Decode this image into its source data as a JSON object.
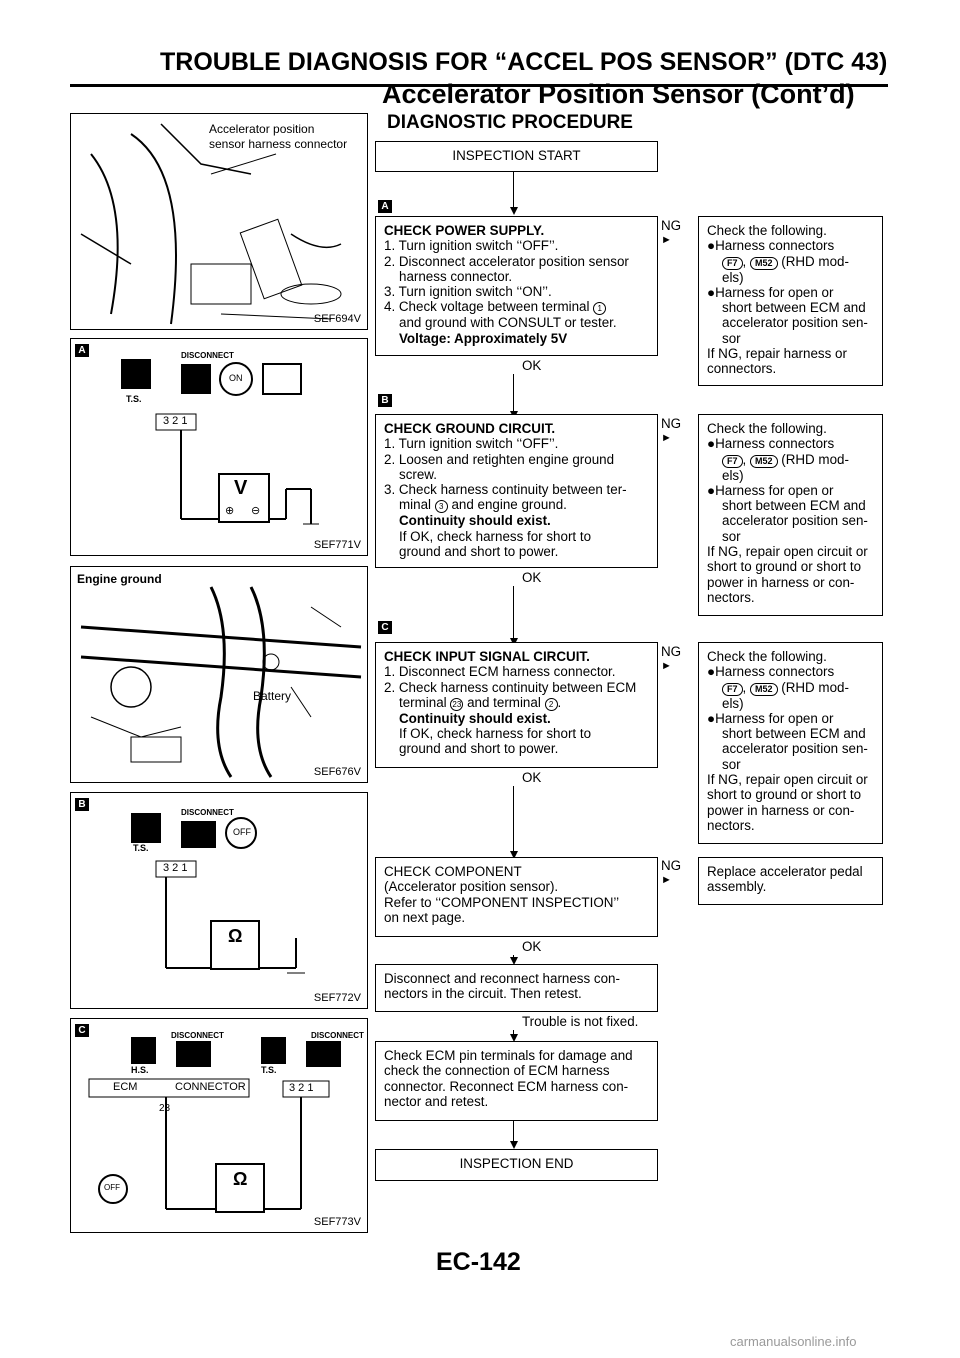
{
  "header": {
    "title": "TROUBLE DIAGNOSIS FOR “ACCEL POS SENSOR” (DTC 43)",
    "subtitle": "Accelerator Position Sensor (Cont’d)"
  },
  "section_title": "DIAGNOSTIC PROCEDURE",
  "figures": {
    "f1": {
      "code": "SEF694V",
      "caption_line1": "Accelerator position",
      "caption_line2": "sensor harness connector"
    },
    "f2": {
      "code": "SEF771V",
      "ts": "T.S.",
      "disconnect": "DISCONNECT",
      "on": "ON",
      "terminals": "3 2 1",
      "meter": "V",
      "plus": "⊕",
      "minus": "⊖"
    },
    "f3": {
      "code": "SEF676V",
      "engine_ground": "Engine ground",
      "battery": "Battery"
    },
    "f4": {
      "code": "SEF772V",
      "ts": "T.S.",
      "disconnect": "DISCONNECT",
      "off": "OFF",
      "terminals": "3 2 1",
      "meter": "Ω"
    },
    "f5": {
      "code": "SEF773V",
      "hs": "H.S.",
      "ts": "T.S.",
      "disconnect": "DISCONNECT",
      "ecm": "ECM",
      "connector": "CONNECTOR",
      "pin": "23",
      "terminals": "3 2 1",
      "off": "OFF",
      "meter": "Ω"
    }
  },
  "flow": {
    "start": "INSPECTION START",
    "step1": {
      "title": "CHECK POWER SUPPLY.",
      "l1": "1. Turn ignition switch ‘‘OFF’’.",
      "l2": "2. Disconnect accelerator position sensor",
      "l2b": "harness connector.",
      "l3": "3. Turn ignition switch ‘‘ON’’.",
      "l4": "4. Check voltage between terminal",
      "t1": "1",
      "l4b": "and ground with CONSULT or tester.",
      "l5": "Voltage: Approximately 5V"
    },
    "step2": {
      "title": "CHECK GROUND CIRCUIT.",
      "l1": "1. Turn ignition switch ‘‘OFF’’.",
      "l2": "2. Loosen and retighten engine ground",
      "l2b": "screw.",
      "l3": "3. Check harness continuity between ter-",
      "l3b_pre": "minal",
      "t3": "3",
      "l3b_post": "and engine ground.",
      "l4": "Continuity should exist.",
      "l5": "If OK, check harness for short to",
      "l6": "ground and short to power."
    },
    "step3": {
      "title": "CHECK INPUT SIGNAL CIRCUIT.",
      "l1": "1. Disconnect ECM harness connector.",
      "l2": "2. Check harness continuity between ECM",
      "l2b_pre": "terminal",
      "t23": "23",
      "l2b_mid": "and terminal",
      "t2": "2",
      "l2b_post": ".",
      "l3": "Continuity should exist.",
      "l4": "If OK, check harness for short to",
      "l5": "ground and short to power."
    },
    "step4": {
      "l1": "CHECK COMPONENT",
      "l2": "(Accelerator position sensor).",
      "l3": "Refer to ‘‘COMPONENT INSPECTION’’",
      "l4": "on next page."
    },
    "step5": {
      "l1": "Disconnect and reconnect harness con-",
      "l2": "nectors in the circuit. Then retest."
    },
    "step6": {
      "l1": "Check ECM pin terminals for damage and",
      "l2": "check the connection of ECM harness",
      "l3": "connector. Reconnect ECM harness con-",
      "l4": "nector and retest."
    },
    "end": "INSPECTION END",
    "ok": "OK",
    "ng": "NG",
    "not_fixed": "Trouble is not fixed.",
    "tags": {
      "a": "A",
      "b": "B",
      "c": "C"
    }
  },
  "ng_boxes": {
    "common": {
      "check": "Check the following.",
      "bullet": "●",
      "hc": "Harness connectors",
      "f7": "F7",
      "comma": ",",
      "m52": "M52",
      "rhd": "(RHD mod-",
      "els": "els)",
      "ho1": "Harness for open or",
      "ho2": "short between ECM and",
      "ho3": "accelerator position sen-",
      "ho4": "sor"
    },
    "ng1": {
      "r1": "If NG, repair harness or",
      "r2": "connectors."
    },
    "ng23": {
      "r1": "If NG, repair open circuit or",
      "r2": "short to ground or short to",
      "r3": "power in harness or con-",
      "r4": "nectors."
    },
    "ng4": {
      "l1": "Replace accelerator pedal",
      "l2": "assembly."
    }
  },
  "footer": {
    "page": "EC-142",
    "watermark": "carmanualsonline.info"
  }
}
